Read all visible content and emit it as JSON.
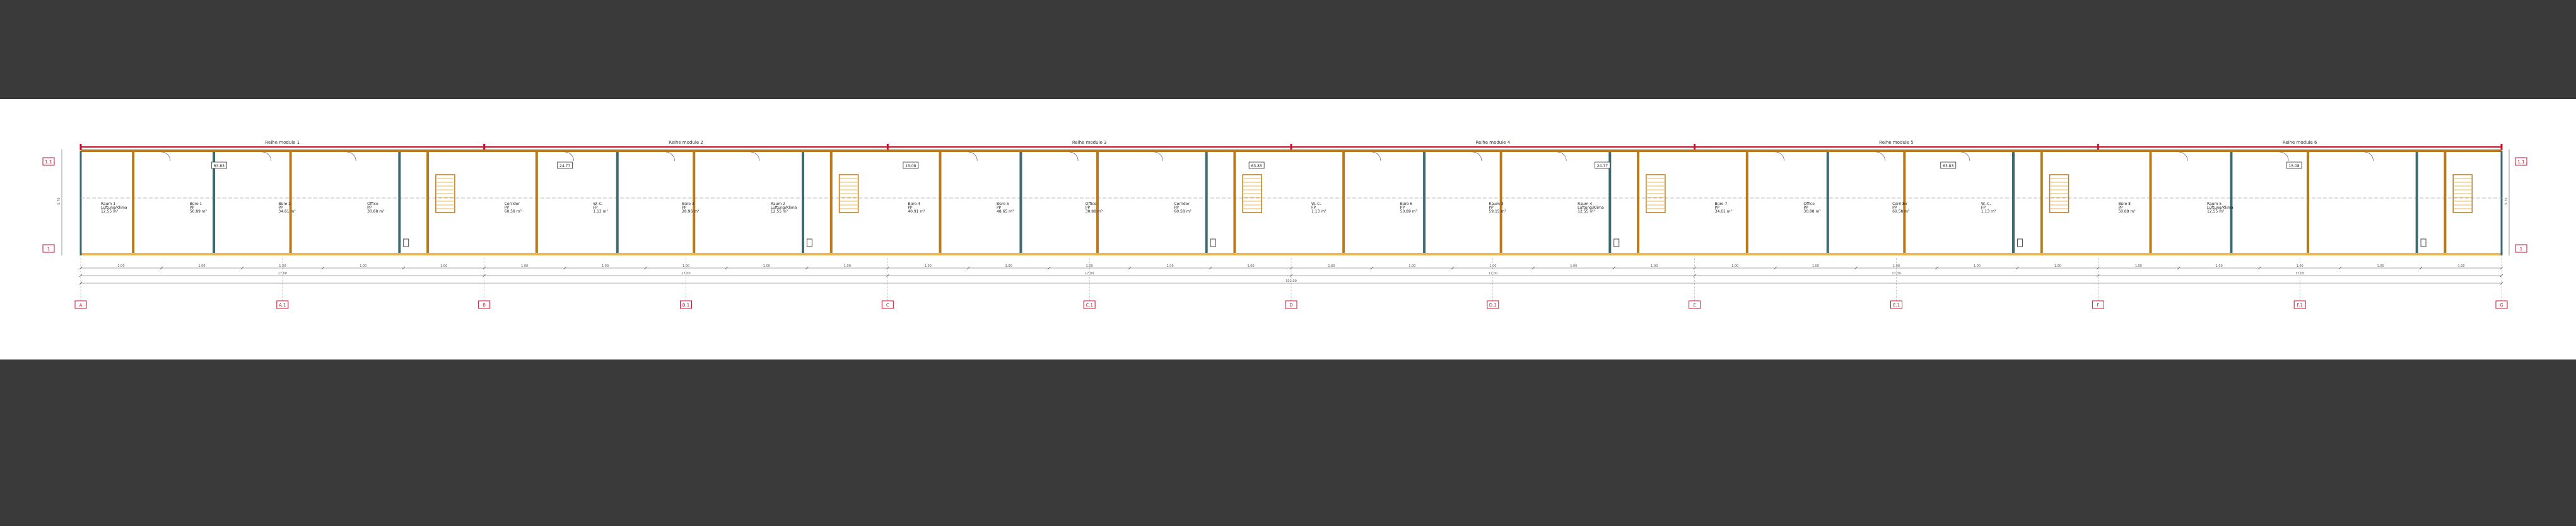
{
  "colors": {
    "background": "#3a3a3a",
    "sheet": "#ffffff",
    "boundary": "#c8102e",
    "wall": "#b87a1a",
    "wall_light": "#e7b85a",
    "glazing": "#3d6b72",
    "dim": "#555555",
    "tag": "#c8102e"
  },
  "sections": [
    {
      "label": "Reihe module 1"
    },
    {
      "label": "Reihe module 2"
    },
    {
      "label": "Reihe module 3"
    },
    {
      "label": "Reihe module 4"
    },
    {
      "label": "Reihe module 5"
    },
    {
      "label": "Reihe module 6"
    }
  ],
  "axes": [
    "A",
    "A.1",
    "B",
    "B.1",
    "C",
    "C.1",
    "D",
    "D.1",
    "E",
    "E.1",
    "F",
    "F.1",
    "G"
  ],
  "row_tags": [
    "1.1",
    "1"
  ],
  "rooms": [
    {
      "name": "Raum 1",
      "detail": "Lüftung/Klima",
      "area": "12.55 m²"
    },
    {
      "name": "Büro 1",
      "detail": "PP",
      "area": "50.89 m²"
    },
    {
      "name": "Büro 2",
      "detail": "PP",
      "area": "34.61 m²"
    },
    {
      "name": "Office",
      "detail": "PP",
      "area": "30.88 m²"
    },
    {
      "name": "Corridor",
      "detail": "PP",
      "area": "60.58 m²"
    },
    {
      "name": "W.-C.",
      "detail": "FP",
      "area": "1.13 m²"
    },
    {
      "name": "Büro 3",
      "detail": "PP",
      "area": "28.96 m²"
    },
    {
      "name": "Raum 2",
      "detail": "Lüftung/Klima",
      "area": "12.55 m²"
    },
    {
      "name": "Büro 4",
      "detail": "PP",
      "area": "40.91 m²"
    },
    {
      "name": "Büro 5",
      "detail": "PP",
      "area": "48.65 m²"
    },
    {
      "name": "Office",
      "detail": "PP",
      "area": "30.88 m²"
    },
    {
      "name": "Corridor",
      "detail": "PP",
      "area": "60.58 m²"
    },
    {
      "name": "W.-C.",
      "detail": "FP",
      "area": "1.13 m²"
    },
    {
      "name": "Büro 6",
      "detail": "PP",
      "area": "50.89 m²"
    },
    {
      "name": "Raum 3",
      "detail": "PP",
      "area": "59.15 m²"
    },
    {
      "name": "Raum 4",
      "detail": "Lüftung/Klima",
      "area": "12.55 m²"
    },
    {
      "name": "Büro 7",
      "detail": "PP",
      "area": "34.61 m²"
    },
    {
      "name": "Office",
      "detail": "PP",
      "area": "30.88 m²"
    },
    {
      "name": "Corridor",
      "detail": "PP",
      "area": "60.58 m²"
    },
    {
      "name": "W.-C.",
      "detail": "FP",
      "area": "1.13 m²"
    },
    {
      "name": "Büro 8",
      "detail": "PP",
      "area": "50.89 m²"
    },
    {
      "name": "Raum 5",
      "detail": "Lüftung/Klima",
      "area": "12.55 m²"
    }
  ],
  "area_tags": [
    "63.83",
    "24.77",
    "15.08",
    "63.83",
    "24.77",
    "63.83",
    "15.08"
  ],
  "dimensions": {
    "section_width": "17.00",
    "total": "102.00",
    "depth": "5.70",
    "door_width": "1.00"
  }
}
